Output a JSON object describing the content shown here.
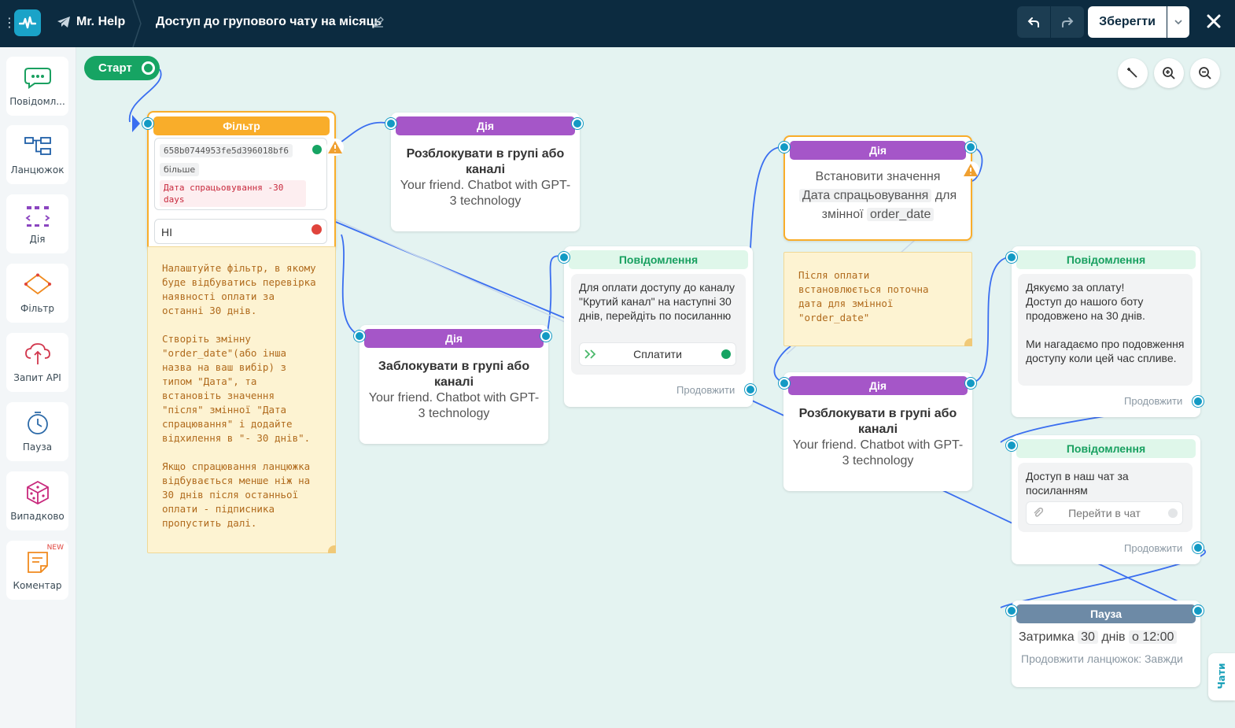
{
  "header": {
    "bot_name": "Mr. Help",
    "flow_title": "Доступ до групового чату на місяць",
    "save_label": "Зберегти"
  },
  "sidebar": {
    "items": [
      {
        "label": "Повідомл...",
        "icon": "message-icon"
      },
      {
        "label": "Ланцюжок",
        "icon": "chain-icon"
      },
      {
        "label": "Дія",
        "icon": "action-icon"
      },
      {
        "label": "Фільтр",
        "icon": "filter-icon"
      },
      {
        "label": "Запит API",
        "icon": "api-icon"
      },
      {
        "label": "Пауза",
        "icon": "clock-icon"
      },
      {
        "label": "Випадково",
        "icon": "dice-icon"
      },
      {
        "label": "Коментар",
        "icon": "comment-icon",
        "badge": "NEW"
      }
    ]
  },
  "canvas": {
    "start_label": "Старт",
    "filter_node": {
      "title": "Фільтр",
      "condition_id": "658b0744953fe5d396018bf6",
      "condition_op": "більше",
      "condition_value": "Дата спрацьовування -30 days",
      "no_label": "НІ"
    },
    "filter_note": "Налаштуйте фільтр, в якому\nбуде відбуватись перевірка\nнаявності оплати за\nостанні 30 днів.\n\nСтворіть змінну\n\"order_date\"(або інша\nназва на ваш вибір) з\nтипом \"Дата\", та\nвстановіть значення\n\"після\" змінної \"Дата\nспрацювання\" і додайте\nвідхилення в \"- 30 днів\".\n\nЯкщо спрацювання ланцюжка\nвідбувається менше ніж на\n30 днів після останньої\nоплати - підписника\nпропустить далі.",
    "action_unblock_1": {
      "title": "Дія",
      "action": "Розблокувати в групі або каналі",
      "target": "Your friend. Chatbot with GPT-3 technology"
    },
    "action_block": {
      "title": "Дія",
      "action": "Заблокувати в групі або каналі",
      "target": "Your friend. Chatbot with GPT-3 technology"
    },
    "message_pay": {
      "title": "Повідомлення",
      "text": "Для оплати доступу до каналу \"Крутий канал\" на наступні 30 днів, перейдіть по посиланню",
      "button": "Сплатити",
      "continue": "Продовжити"
    },
    "action_set": {
      "title": "Дія",
      "line1": "Встановити значення",
      "var_value": "Дата спрацьовування",
      "for_word": "для",
      "var_word": "змінної",
      "var_name": "order_date"
    },
    "set_note": "Після оплати\nвстановлюється поточна\nдата для змінної\n\"order_date\"",
    "action_unblock_2": {
      "title": "Дія",
      "action": "Розблокувати в групі або каналі",
      "target": "Your friend. Chatbot with GPT-3 technology"
    },
    "message_thanks": {
      "title": "Повідомлення",
      "text": "Дякуємо за оплату!\nДоступ до нашого боту продовжено на 30 днів.\n\nМи нагадаємо про подовження доступу коли цей час спливе.",
      "continue": "Продовжити"
    },
    "message_link": {
      "title": "Повідомлення",
      "text": "Доступ в наш чат за посиланням",
      "button": "Перейти в чат",
      "continue": "Продовжити"
    },
    "pause_node": {
      "title": "Пауза",
      "delay_word": "Затримка",
      "delay_value": "30",
      "delay_unit": "днів",
      "time_value": "о 12:00",
      "continue_rule": "Продовжити ланцюжок: Завжди"
    },
    "chats_tab": "Чати"
  },
  "colors": {
    "header_bg": "#0c2b40",
    "canvas_bg": "#e4f3f1",
    "filter": "#f9ad2a",
    "action": "#a556c8",
    "message": "#18a060",
    "pause": "#6d8aa6",
    "port": "#139ac4",
    "link": "#3366ee"
  }
}
